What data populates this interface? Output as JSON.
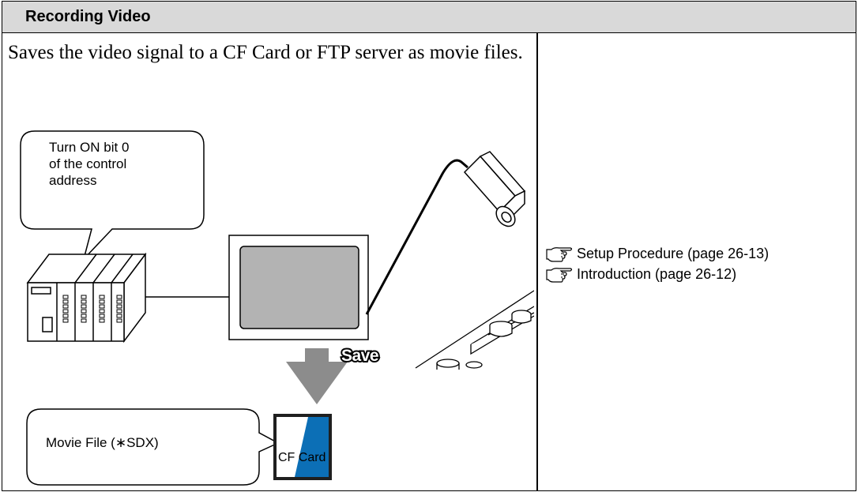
{
  "header": {
    "title": "Recording Video"
  },
  "description": "Saves the video signal to a CF Card or FTP server as movie files.",
  "diagram": {
    "callout_top_lines": [
      "Turn ON bit 0",
      "of the control",
      "address"
    ],
    "save_label": "Save",
    "callout_bottom": "Movie File (∗SDX)",
    "cf_card_label": "CF Card"
  },
  "references": [
    {
      "icon": "pointing-hand-icon",
      "label": "Setup Procedure (page 26-13)"
    },
    {
      "icon": "pointing-hand-icon",
      "label": "Introduction (page 26-12)"
    }
  ]
}
